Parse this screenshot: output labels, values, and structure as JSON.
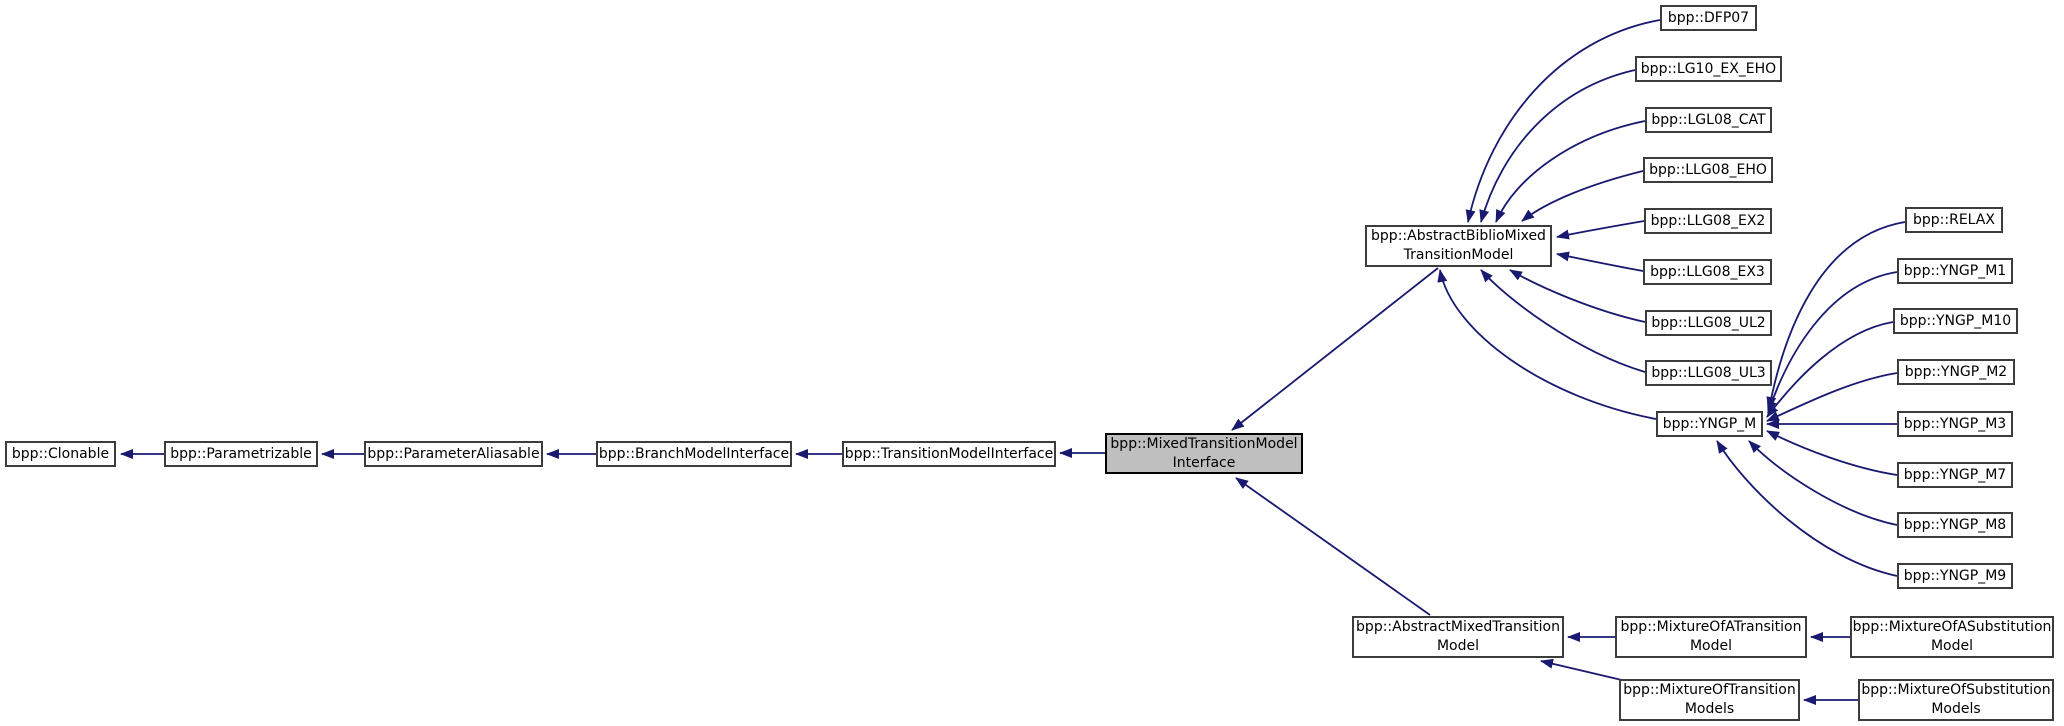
{
  "diagram": {
    "type": "class-inheritance-graph",
    "background_color": "#ffffff",
    "arrow_color": "#191970",
    "box_border_color": "#3c3c3c",
    "subject_fill_color": "#bfbfbf",
    "nodes": {
      "clonable": {
        "label": "bpp::Clonable"
      },
      "parametrizable": {
        "label": "bpp::Parametrizable"
      },
      "parameter_aliasable": {
        "label": "bpp::ParameterAliasable"
      },
      "branch_model_interface": {
        "label": "bpp::BranchModelInterface"
      },
      "transition_model_interface": {
        "label": "bpp::TransitionModelInterface"
      },
      "mixed_transition_model_interface": {
        "label": "bpp::MixedTransitionModel\nInterface"
      },
      "abstract_biblio_mixed_transition_model": {
        "label": "bpp::AbstractBiblioMixed\nTransitionModel"
      },
      "abstract_mixed_transition_model": {
        "label": "bpp::AbstractMixedTransition\nModel"
      },
      "dfp07": {
        "label": "bpp::DFP07"
      },
      "lg10_ex_eho": {
        "label": "bpp::LG10_EX_EHO"
      },
      "lgl08_cat": {
        "label": "bpp::LGL08_CAT"
      },
      "llg08_eho": {
        "label": "bpp::LLG08_EHO"
      },
      "llg08_ex2": {
        "label": "bpp::LLG08_EX2"
      },
      "llg08_ex3": {
        "label": "bpp::LLG08_EX3"
      },
      "llg08_ul2": {
        "label": "bpp::LLG08_UL2"
      },
      "llg08_ul3": {
        "label": "bpp::LLG08_UL3"
      },
      "yngp_m": {
        "label": "bpp::YNGP_M"
      },
      "relax": {
        "label": "bpp::RELAX"
      },
      "yngp_m1": {
        "label": "bpp::YNGP_M1"
      },
      "yngp_m10": {
        "label": "bpp::YNGP_M10"
      },
      "yngp_m2": {
        "label": "bpp::YNGP_M2"
      },
      "yngp_m3": {
        "label": "bpp::YNGP_M3"
      },
      "yngp_m7": {
        "label": "bpp::YNGP_M7"
      },
      "yngp_m8": {
        "label": "bpp::YNGP_M8"
      },
      "yngp_m9": {
        "label": "bpp::YNGP_M9"
      },
      "mixture_of_a_transition_model": {
        "label": "bpp::MixtureOfATransition\nModel"
      },
      "mixture_of_a_substitution_model": {
        "label": "bpp::MixtureOfASubstitution\nModel"
      },
      "mixture_of_transition_models": {
        "label": "bpp::MixtureOfTransition\nModels"
      },
      "mixture_of_substitution_models": {
        "label": "bpp::MixtureOfSubstitution\nModels"
      }
    },
    "edges": [
      {
        "from": "parametrizable",
        "to": "clonable"
      },
      {
        "from": "parameter_aliasable",
        "to": "parametrizable"
      },
      {
        "from": "branch_model_interface",
        "to": "parameter_aliasable"
      },
      {
        "from": "transition_model_interface",
        "to": "branch_model_interface"
      },
      {
        "from": "mixed_transition_model_interface",
        "to": "transition_model_interface"
      },
      {
        "from": "abstract_biblio_mixed_transition_model",
        "to": "mixed_transition_model_interface"
      },
      {
        "from": "abstract_mixed_transition_model",
        "to": "mixed_transition_model_interface"
      },
      {
        "from": "dfp07",
        "to": "abstract_biblio_mixed_transition_model"
      },
      {
        "from": "lg10_ex_eho",
        "to": "abstract_biblio_mixed_transition_model"
      },
      {
        "from": "lgl08_cat",
        "to": "abstract_biblio_mixed_transition_model"
      },
      {
        "from": "llg08_eho",
        "to": "abstract_biblio_mixed_transition_model"
      },
      {
        "from": "llg08_ex2",
        "to": "abstract_biblio_mixed_transition_model"
      },
      {
        "from": "llg08_ex3",
        "to": "abstract_biblio_mixed_transition_model"
      },
      {
        "from": "llg08_ul2",
        "to": "abstract_biblio_mixed_transition_model"
      },
      {
        "from": "llg08_ul3",
        "to": "abstract_biblio_mixed_transition_model"
      },
      {
        "from": "yngp_m",
        "to": "abstract_biblio_mixed_transition_model"
      },
      {
        "from": "relax",
        "to": "yngp_m"
      },
      {
        "from": "yngp_m1",
        "to": "yngp_m"
      },
      {
        "from": "yngp_m10",
        "to": "yngp_m"
      },
      {
        "from": "yngp_m2",
        "to": "yngp_m"
      },
      {
        "from": "yngp_m3",
        "to": "yngp_m"
      },
      {
        "from": "yngp_m7",
        "to": "yngp_m"
      },
      {
        "from": "yngp_m8",
        "to": "yngp_m"
      },
      {
        "from": "yngp_m9",
        "to": "yngp_m"
      },
      {
        "from": "mixture_of_a_transition_model",
        "to": "abstract_mixed_transition_model"
      },
      {
        "from": "mixture_of_a_substitution_model",
        "to": "mixture_of_a_transition_model"
      },
      {
        "from": "mixture_of_transition_models",
        "to": "abstract_mixed_transition_model"
      },
      {
        "from": "mixture_of_substitution_models",
        "to": "mixture_of_transition_models"
      }
    ]
  }
}
